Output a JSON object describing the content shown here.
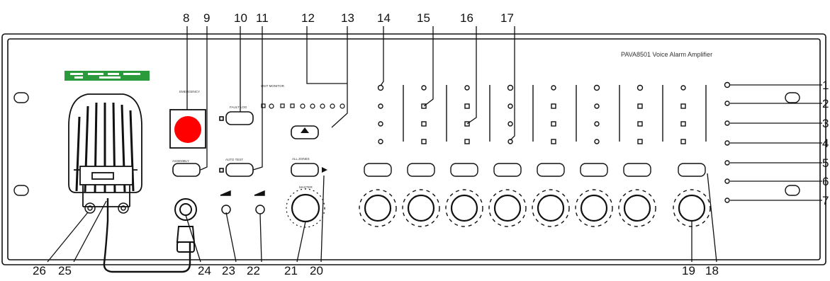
{
  "panel": {
    "brand_text": "PAVA8501 Voice Alarm Amplifier",
    "ink_color": "#111111",
    "emergency_button_color": "#ff0000",
    "logo_color": "#2a9a3a"
  },
  "callouts_top": [
    "8",
    "9",
    "10",
    "11",
    "12",
    "13",
    "14",
    "15",
    "16",
    "17"
  ],
  "callouts_right": [
    "1",
    "2",
    "3",
    "4",
    "5",
    "6",
    "7"
  ],
  "callouts_bottom": [
    "26",
    "25",
    "24",
    "23",
    "22",
    "21",
    "20",
    "19",
    "18"
  ]
}
